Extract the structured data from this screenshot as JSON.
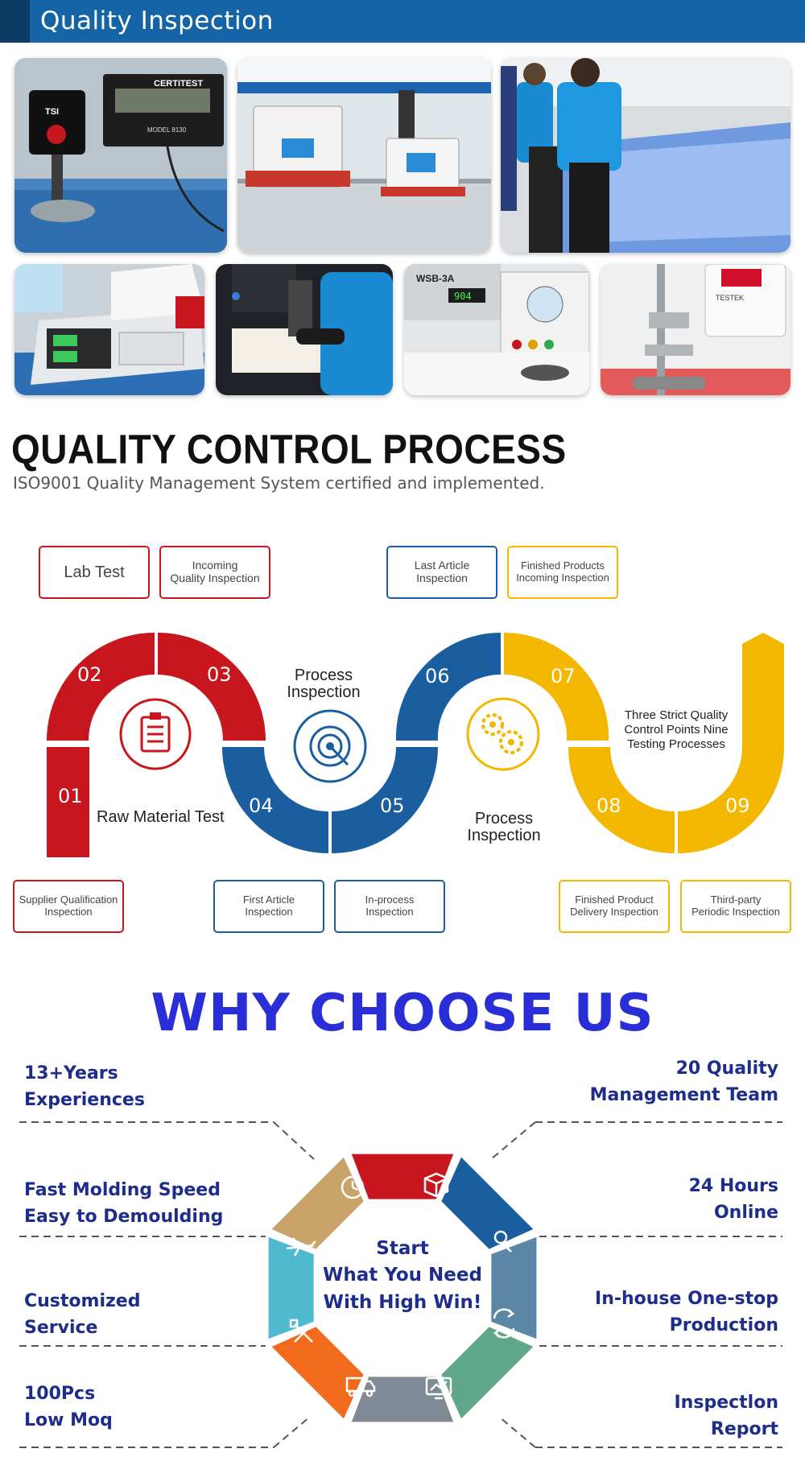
{
  "header": {
    "title": "Quality Inspection",
    "accent_color": "#1565a6"
  },
  "photos": [
    {
      "name": "photo-certitest-gauge",
      "brand": "CERTITEST",
      "logo": "TSI",
      "model": "MODEL 8130"
    },
    {
      "name": "photo-lab-testing-machines"
    },
    {
      "name": "photo-workers-inspecting-sheet"
    },
    {
      "name": "photo-scale-weighing"
    },
    {
      "name": "photo-worker-at-machine"
    },
    {
      "name": "photo-wsb-tester",
      "label": "WSB-3A",
      "display": "904"
    },
    {
      "name": "photo-tensile-tester",
      "label": "TESTEK"
    }
  ],
  "qc": {
    "title": "QUALITY CONTROL PROCESS",
    "subtitle": "ISO9001 Quality Management System certified and implemented.",
    "callouts": {
      "lab_test": "Lab Test",
      "incoming_quality": "Incoming\nQuality Inspection",
      "last_article": "Last Article\nInspection",
      "finished_incoming": "Finished Products\nIncoming Inspection",
      "supplier_qualification": "Supplier Qualification\nInspection",
      "first_article": "First Article\nInspection",
      "in_process": "In-process\nInspection",
      "finished_delivery": "Finished Product\nDelivery Inspection",
      "third_party": "Third-party\nPeriodic Inspection"
    },
    "steps": [
      "01",
      "02",
      "03",
      "04",
      "05",
      "06",
      "07",
      "08",
      "09"
    ],
    "labels": {
      "raw_material": "Raw Material Test",
      "process_top": "Process\nInspection",
      "process_bottom": "Process\nInspection",
      "three_strict": "Three Strict Quality\nControl Points Nine\nTesting Processes"
    },
    "colors": {
      "red": "#c8161e",
      "blue": "#1b5ea0",
      "yellow": "#f3b700"
    }
  },
  "why": {
    "title": "WHY CHOOSE US",
    "center": "Start\nWhat You Need\nWith High Win!",
    "left": [
      "13+Years\nExperiences",
      "Fast Molding Speed\nEasy to Demoulding",
      "Customized\nService",
      "100Pcs\nLow Moq"
    ],
    "right": [
      "20 Quality\nManagement Team",
      "24 Hours\nOnline",
      "In-house One-stop\nProduction",
      "Inspectlon\nReport"
    ],
    "segments": [
      {
        "icon": "clock-icon",
        "color": "#c8161e"
      },
      {
        "icon": "box-icon",
        "color": "#1b5ea0"
      },
      {
        "icon": "user-icon",
        "color": "#5b86a6"
      },
      {
        "icon": "refresh-icon",
        "color": "#5fa68a"
      },
      {
        "icon": "monitor-icon",
        "color": "#7f8a94"
      },
      {
        "icon": "truck-icon",
        "color": "#f26a1b"
      },
      {
        "icon": "tools-icon",
        "color": "#4fb9d0"
      },
      {
        "icon": "plane-icon",
        "color": "#c9a46a"
      }
    ]
  }
}
